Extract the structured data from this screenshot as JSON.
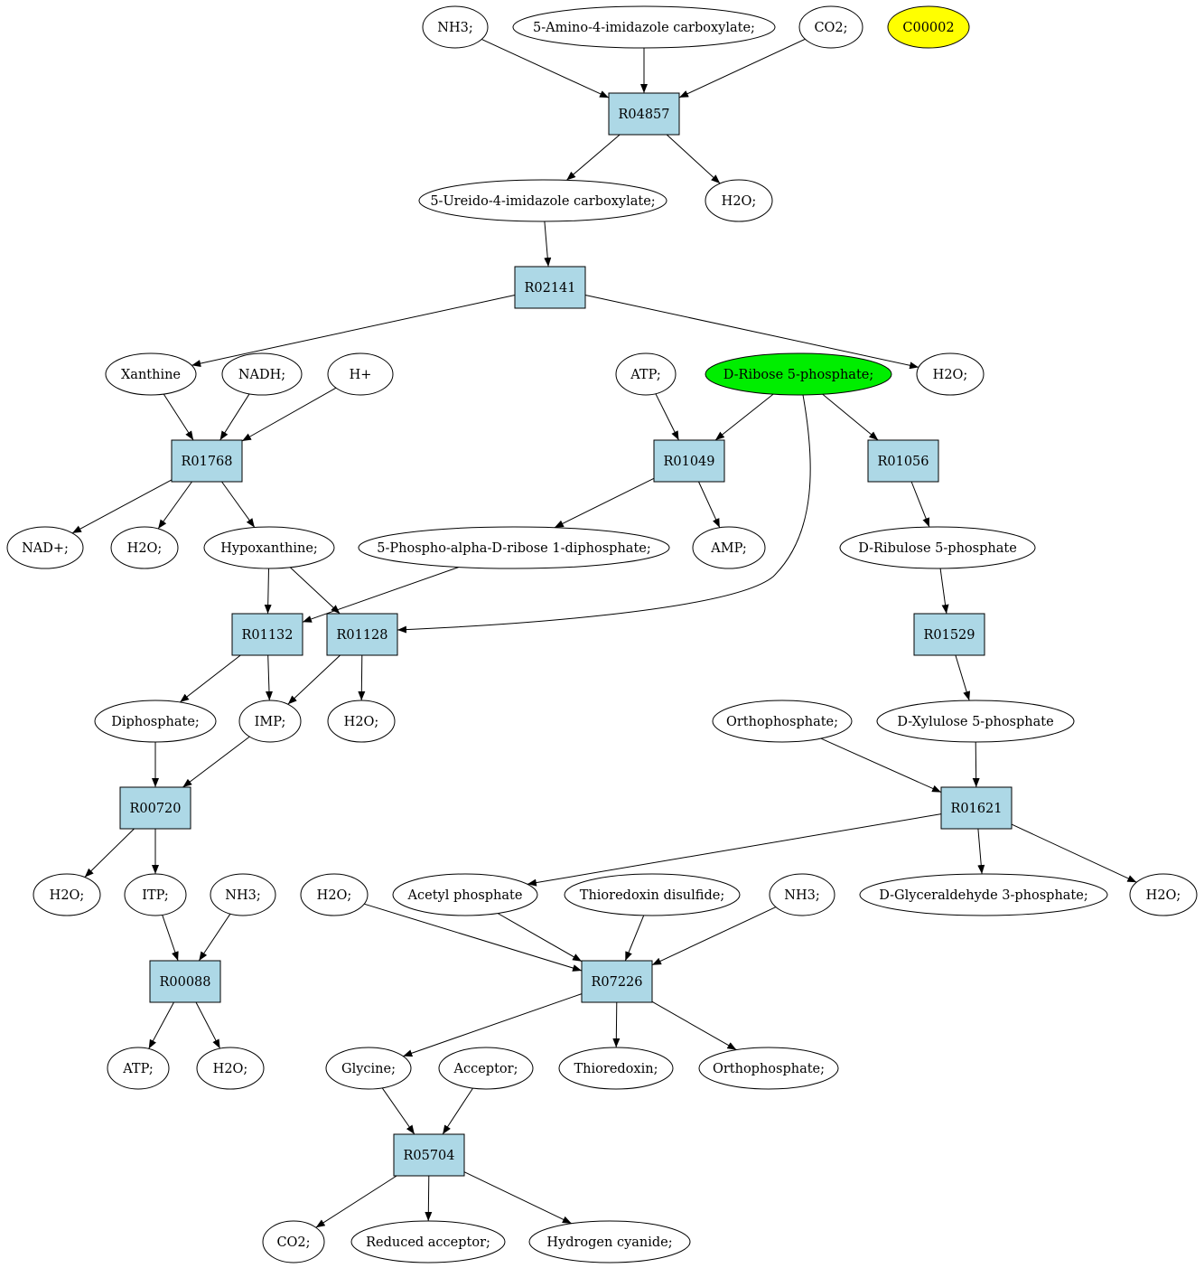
{
  "colors": {
    "reaction_fill": "#add8e6",
    "compound_fill": "#ffffff",
    "highlight_green": "#00ee00",
    "highlight_yellow": "#ffff00",
    "stroke": "#000000"
  },
  "reactions": [
    {
      "id": "R04857",
      "label": "R04857"
    },
    {
      "id": "R02141",
      "label": "R02141"
    },
    {
      "id": "R01768",
      "label": "R01768"
    },
    {
      "id": "R01049",
      "label": "R01049"
    },
    {
      "id": "R01056",
      "label": "R01056"
    },
    {
      "id": "R01132",
      "label": "R01132"
    },
    {
      "id": "R01128",
      "label": "R01128"
    },
    {
      "id": "R01529",
      "label": "R01529"
    },
    {
      "id": "R00720",
      "label": "R00720"
    },
    {
      "id": "R01621",
      "label": "R01621"
    },
    {
      "id": "R00088",
      "label": "R00088"
    },
    {
      "id": "R07226",
      "label": "R07226"
    },
    {
      "id": "R05704",
      "label": "R05704"
    }
  ],
  "compounds": [
    {
      "id": "c_nh3_1",
      "label": "NH3;"
    },
    {
      "id": "c_aica",
      "label": "5-Amino-4-imidazole carboxylate;"
    },
    {
      "id": "c_co2_1",
      "label": "CO2;"
    },
    {
      "id": "c_c00002",
      "label": "C00002",
      "highlight": "yellow"
    },
    {
      "id": "c_uica",
      "label": "5-Ureido-4-imidazole carboxylate;"
    },
    {
      "id": "c_h2o_1",
      "label": "H2O;"
    },
    {
      "id": "c_xanthine",
      "label": "Xanthine"
    },
    {
      "id": "c_nadh",
      "label": "NADH;"
    },
    {
      "id": "c_hplus",
      "label": "H+"
    },
    {
      "id": "c_atp_1",
      "label": "ATP;"
    },
    {
      "id": "c_r5p",
      "label": "D-Ribose 5-phosphate;",
      "highlight": "green"
    },
    {
      "id": "c_h2o_2",
      "label": "H2O;"
    },
    {
      "id": "c_nad",
      "label": "NAD+;"
    },
    {
      "id": "c_h2o_3",
      "label": "H2O;"
    },
    {
      "id": "c_hypox",
      "label": "Hypoxanthine;"
    },
    {
      "id": "c_prpp",
      "label": "5-Phospho-alpha-D-ribose 1-diphosphate;"
    },
    {
      "id": "c_amp",
      "label": "AMP;"
    },
    {
      "id": "c_ru5p",
      "label": "D-Ribulose 5-phosphate"
    },
    {
      "id": "c_diphos",
      "label": "Diphosphate;"
    },
    {
      "id": "c_imp",
      "label": "IMP;"
    },
    {
      "id": "c_h2o_4",
      "label": "H2O;"
    },
    {
      "id": "c_ortho_1",
      "label": "Orthophosphate;"
    },
    {
      "id": "c_xu5p",
      "label": "D-Xylulose 5-phosphate"
    },
    {
      "id": "c_h2o_5",
      "label": "H2O;"
    },
    {
      "id": "c_itp",
      "label": "ITP;"
    },
    {
      "id": "c_nh3_2",
      "label": "NH3;"
    },
    {
      "id": "c_h2o_6",
      "label": "H2O;"
    },
    {
      "id": "c_acp",
      "label": "Acetyl phosphate"
    },
    {
      "id": "c_trxss",
      "label": "Thioredoxin disulfide;"
    },
    {
      "id": "c_nh3_3",
      "label": "NH3;"
    },
    {
      "id": "c_gap",
      "label": "D-Glyceraldehyde 3-phosphate;"
    },
    {
      "id": "c_h2o_7",
      "label": "H2O;"
    },
    {
      "id": "c_atp_2",
      "label": "ATP;"
    },
    {
      "id": "c_h2o_8",
      "label": "H2O;"
    },
    {
      "id": "c_glycine",
      "label": "Glycine;"
    },
    {
      "id": "c_acceptor",
      "label": "Acceptor;"
    },
    {
      "id": "c_trx",
      "label": "Thioredoxin;"
    },
    {
      "id": "c_ortho_2",
      "label": "Orthophosphate;"
    },
    {
      "id": "c_co2_2",
      "label": "CO2;"
    },
    {
      "id": "c_redacc",
      "label": "Reduced acceptor;"
    },
    {
      "id": "c_hcn",
      "label": "Hydrogen cyanide;"
    }
  ],
  "edges": [
    {
      "from": "c_nh3_1",
      "to": "R04857"
    },
    {
      "from": "c_aica",
      "to": "R04857"
    },
    {
      "from": "c_co2_1",
      "to": "R04857"
    },
    {
      "from": "R04857",
      "to": "c_uica"
    },
    {
      "from": "R04857",
      "to": "c_h2o_1"
    },
    {
      "from": "c_uica",
      "to": "R02141"
    },
    {
      "from": "R02141",
      "to": "c_xanthine"
    },
    {
      "from": "R02141",
      "to": "c_h2o_2"
    },
    {
      "from": "c_xanthine",
      "to": "R01768"
    },
    {
      "from": "c_nadh",
      "to": "R01768"
    },
    {
      "from": "c_hplus",
      "to": "R01768"
    },
    {
      "from": "R01768",
      "to": "c_nad"
    },
    {
      "from": "R01768",
      "to": "c_h2o_3"
    },
    {
      "from": "R01768",
      "to": "c_hypox"
    },
    {
      "from": "c_atp_1",
      "to": "R01049"
    },
    {
      "from": "c_r5p",
      "to": "R01049"
    },
    {
      "from": "c_r5p",
      "to": "R01056"
    },
    {
      "from": "c_r5p",
      "to": "R01128"
    },
    {
      "from": "R01049",
      "to": "c_prpp"
    },
    {
      "from": "R01049",
      "to": "c_amp"
    },
    {
      "from": "R01056",
      "to": "c_ru5p"
    },
    {
      "from": "c_hypox",
      "to": "R01132"
    },
    {
      "from": "c_hypox",
      "to": "R01128"
    },
    {
      "from": "c_prpp",
      "to": "R01132"
    },
    {
      "from": "R01132",
      "to": "c_diphos"
    },
    {
      "from": "R01132",
      "to": "c_imp"
    },
    {
      "from": "R01128",
      "to": "c_imp"
    },
    {
      "from": "R01128",
      "to": "c_h2o_4"
    },
    {
      "from": "c_ru5p",
      "to": "R01529"
    },
    {
      "from": "R01529",
      "to": "c_xu5p"
    },
    {
      "from": "c_diphos",
      "to": "R00720"
    },
    {
      "from": "c_imp",
      "to": "R00720"
    },
    {
      "from": "R00720",
      "to": "c_h2o_5"
    },
    {
      "from": "R00720",
      "to": "c_itp"
    },
    {
      "from": "c_ortho_1",
      "to": "R01621"
    },
    {
      "from": "c_xu5p",
      "to": "R01621"
    },
    {
      "from": "R01621",
      "to": "c_acp"
    },
    {
      "from": "R01621",
      "to": "c_gap"
    },
    {
      "from": "R01621",
      "to": "c_h2o_7"
    },
    {
      "from": "c_itp",
      "to": "R00088"
    },
    {
      "from": "c_nh3_2",
      "to": "R00088"
    },
    {
      "from": "R00088",
      "to": "c_atp_2"
    },
    {
      "from": "R00088",
      "to": "c_h2o_8"
    },
    {
      "from": "c_h2o_6",
      "to": "R07226"
    },
    {
      "from": "c_acp",
      "to": "R07226"
    },
    {
      "from": "c_trxss",
      "to": "R07226"
    },
    {
      "from": "c_nh3_3",
      "to": "R07226"
    },
    {
      "from": "R07226",
      "to": "c_glycine"
    },
    {
      "from": "R07226",
      "to": "c_trx"
    },
    {
      "from": "R07226",
      "to": "c_ortho_2"
    },
    {
      "from": "c_glycine",
      "to": "R05704"
    },
    {
      "from": "c_acceptor",
      "to": "R05704"
    },
    {
      "from": "R05704",
      "to": "c_co2_2"
    },
    {
      "from": "R05704",
      "to": "c_redacc"
    },
    {
      "from": "R05704",
      "to": "c_hcn"
    }
  ]
}
